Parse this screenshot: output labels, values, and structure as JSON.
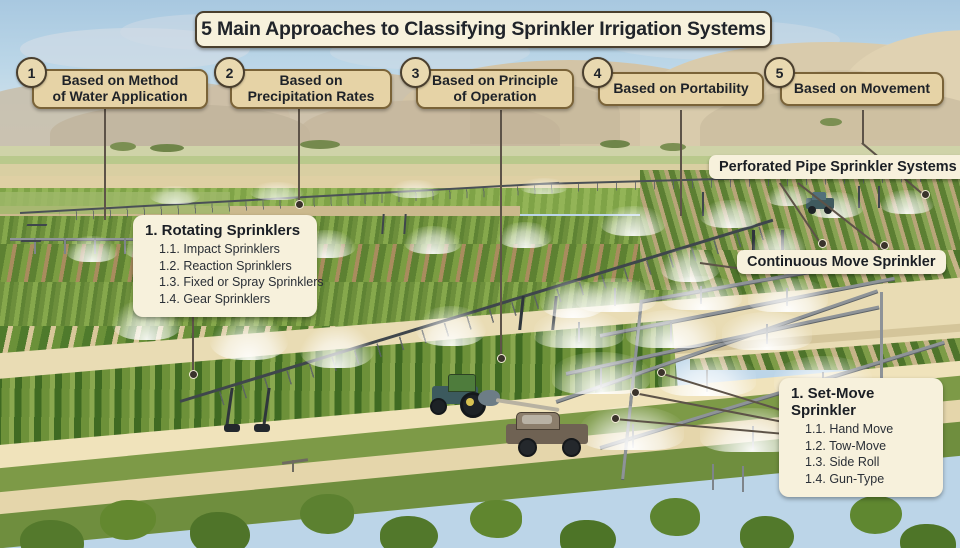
{
  "header": {
    "title": "5 Main Approaches to Classifying Sprinkler Irrigation Systems"
  },
  "categories": [
    {
      "number": "1",
      "label": "Based on Method\nof Water Application"
    },
    {
      "number": "2",
      "label": "Based on\nPrecipitation Rates"
    },
    {
      "number": "3",
      "label": "Based on Principle\nof Operation"
    },
    {
      "number": "4",
      "label": "Based on Portability"
    },
    {
      "number": "5",
      "label": "Based on Movement"
    }
  ],
  "panels": [
    {
      "heading": "1. Rotating Sprinklers",
      "items": [
        "1.1. Impact Sprinklers",
        "1.2. Reaction Sprinklers",
        "1.3. Fixed or Spray Sprinklers",
        "1.4. Gear Sprinklers"
      ]
    },
    {
      "heading": "1. Set-Move Sprinkler",
      "items": [
        "1.1. Hand Move",
        "1.2. Tow-Move",
        "1.3. Side Roll",
        "1.4. Gun-Type"
      ]
    }
  ],
  "callouts": [
    {
      "label": "Perforated Pipe Sprinkler Systems"
    },
    {
      "label": "Continuous Move Sprinkler"
    }
  ],
  "colors": {
    "card_cream": "#f7f1dc",
    "card_tan": "#e6d3a6",
    "border_dark": "#4a3f2e",
    "border_tan": "#7a6338",
    "text_dark": "#1e2228",
    "sky": "#bcd7e8",
    "hill_tan": "#d6c6a6",
    "crop_green": "#6d8f3c",
    "soil": "#e3d3a8",
    "water_white": "#ffffff"
  }
}
